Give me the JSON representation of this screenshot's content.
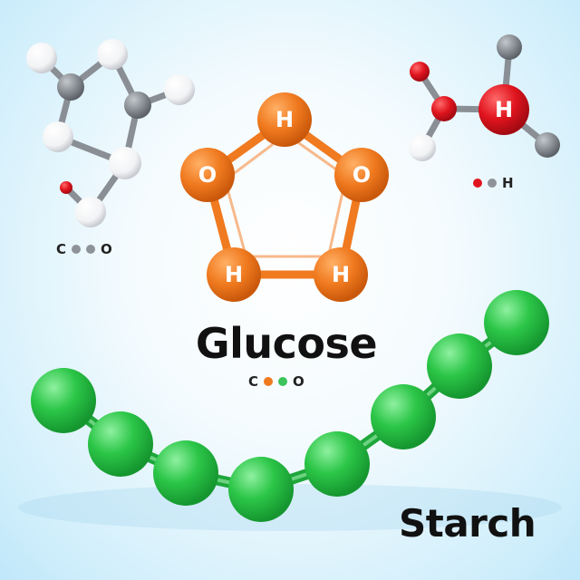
{
  "titles": {
    "glucose": "Glucose",
    "starch": "Starch"
  },
  "glucose_ring": {
    "atoms": [
      "H",
      "O",
      "H",
      "H",
      "O"
    ],
    "color": "#f07a1f"
  },
  "legend_left": {
    "start": "C",
    "end": "O",
    "dots": [
      "#8e9399",
      "#8e9399"
    ]
  },
  "legend_glucose": {
    "start": "C",
    "end": "O",
    "dots": [
      "#f07a1f",
      "#3cc35a"
    ]
  },
  "legend_right": {
    "end": "H",
    "dots": [
      "#e0141e",
      "#8e9399"
    ]
  },
  "right_molecule": {
    "center_atom": "H",
    "center_color": "#d81420"
  },
  "colors": {
    "starch_chain": "#2cc648",
    "carbon": "#8e9399",
    "hydrogen": "#ffffff",
    "oxygen": "#e0141e"
  }
}
